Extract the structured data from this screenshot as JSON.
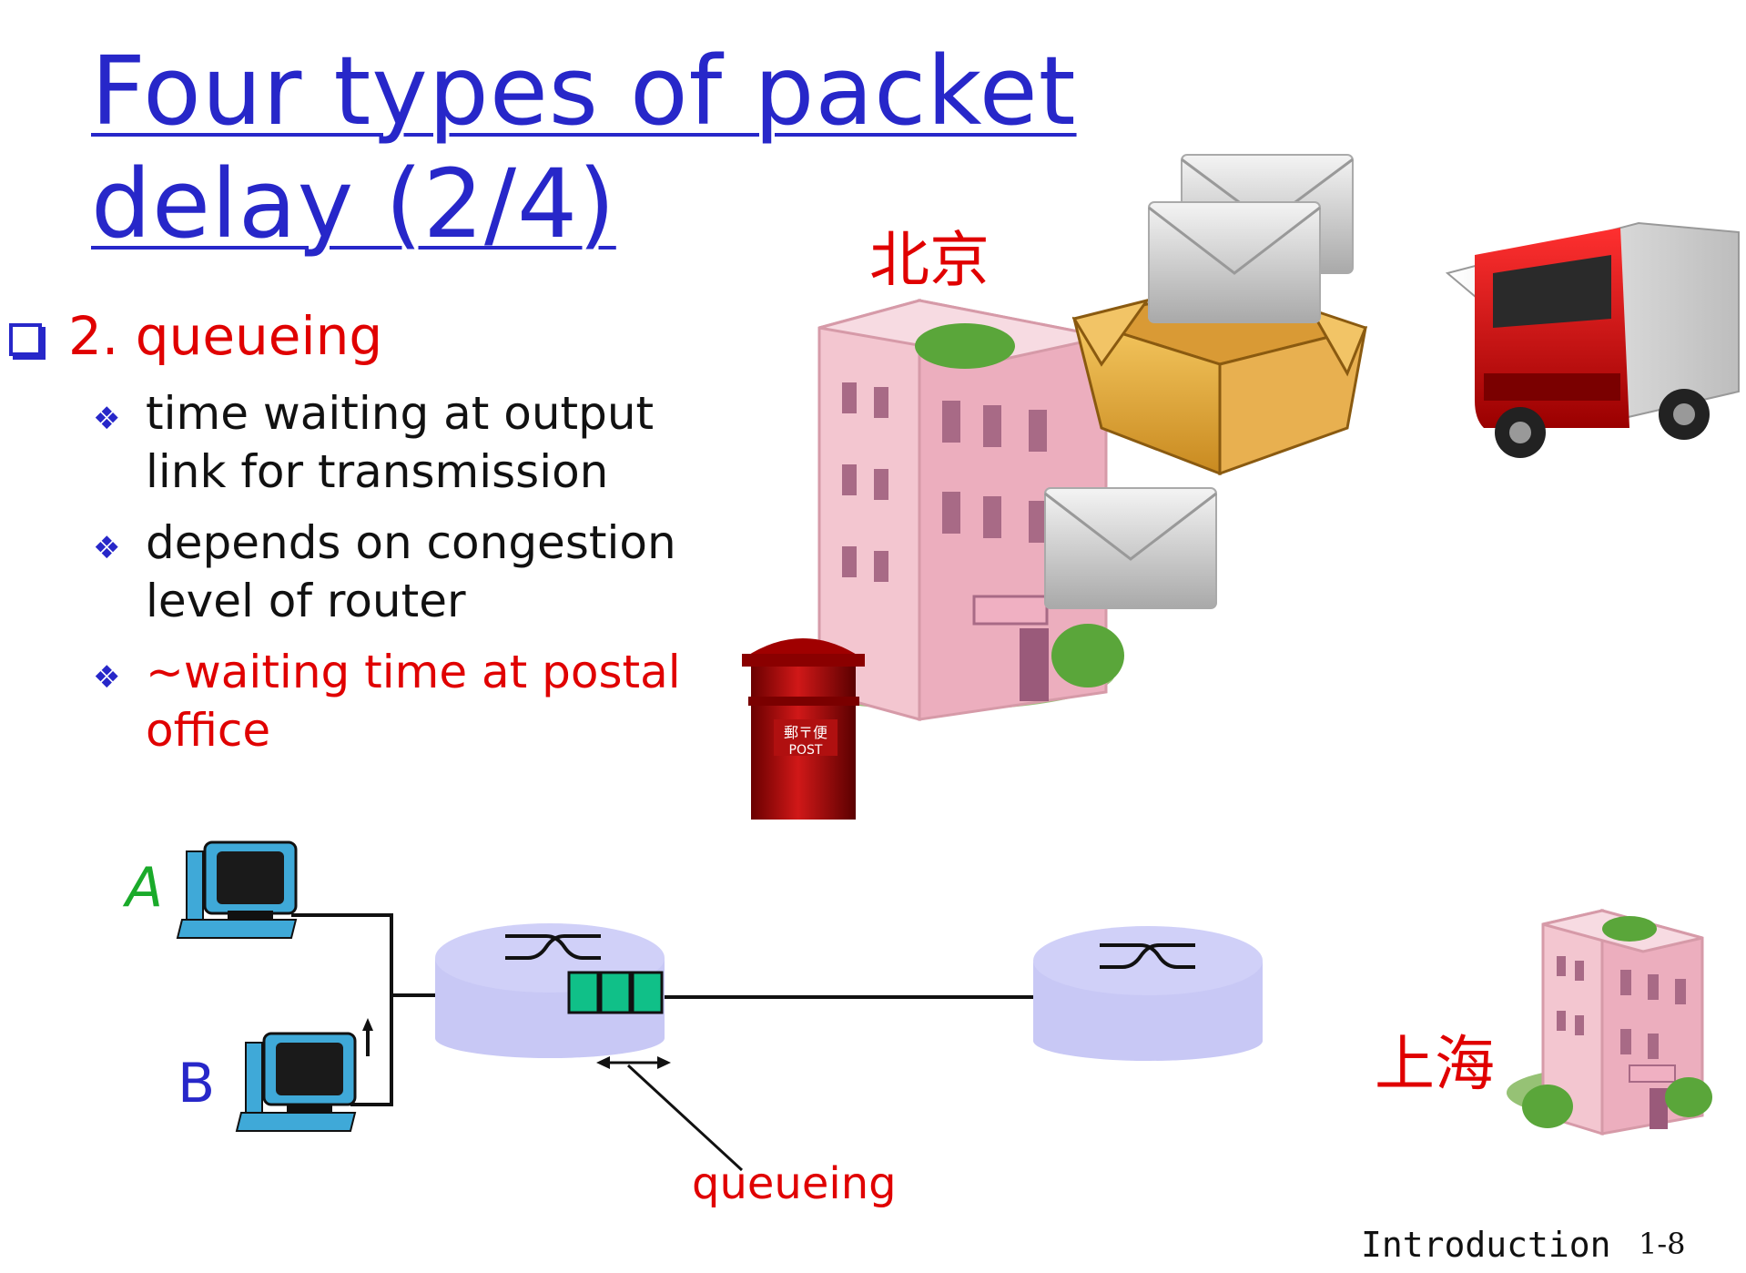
{
  "slide": {
    "title": "Four types of packet delay (2/4)",
    "main_bullet": "2. queueing",
    "sub_bullets": [
      {
        "line1": "time waiting at output",
        "line2": "link for transmission"
      },
      {
        "line1": "depends on congestion",
        "line2": "level of router"
      },
      {
        "line1": "~waiting time at postal",
        "line2": "office"
      }
    ]
  },
  "labels": {
    "beijing": "北京",
    "shanghai": "上海",
    "host_a": "A",
    "host_b": "B",
    "queueing": "queueing"
  },
  "footer": {
    "section": "Introduction",
    "page": "1-8"
  },
  "colors": {
    "title_blue": "#2727c9",
    "red": "#e00000",
    "green": "#1aaa2a",
    "router_fill": "#c8c8f5",
    "queue_green": "#10c088"
  }
}
